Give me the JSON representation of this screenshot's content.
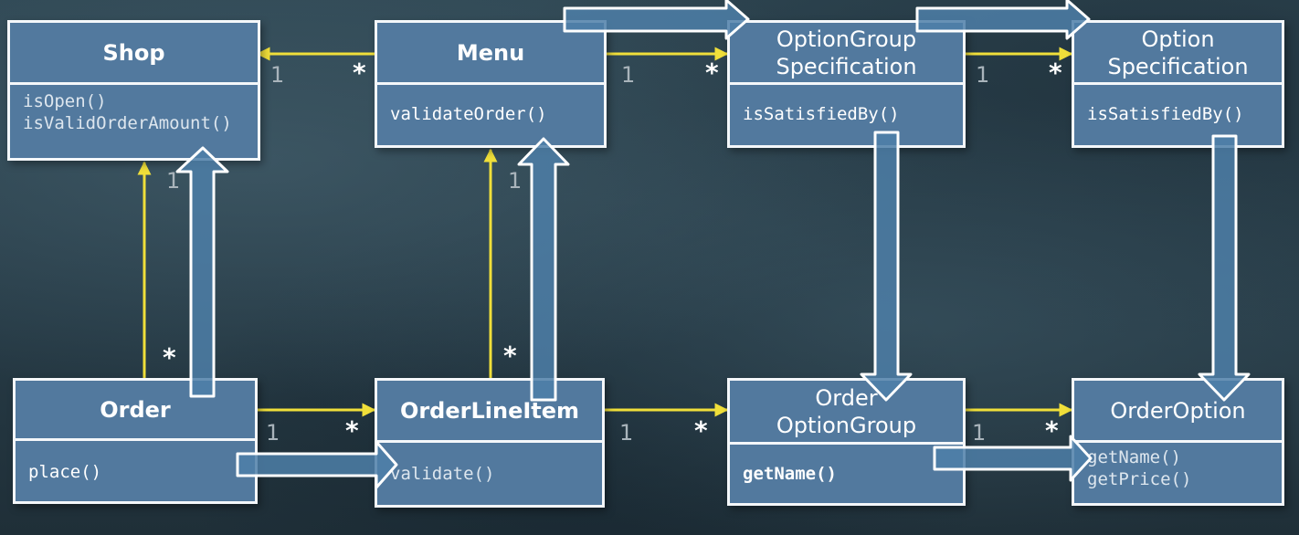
{
  "colors": {
    "box_fill": "#52799e",
    "box_border": "#f4f7fa",
    "association_arrow": "#f0df3a",
    "flow_arrow_fill": "#4d7fa8",
    "flow_arrow_outline": "#ffffff"
  },
  "classes": {
    "shop": {
      "name": "Shop",
      "methods": [
        "isOpen()",
        "isValidOrderAmount()"
      ]
    },
    "menu": {
      "name": "Menu",
      "methods": [
        "validateOrder()"
      ]
    },
    "option_group_spec": {
      "name": "OptionGroup\nSpecification",
      "methods": [
        "isSatisfiedBy()"
      ]
    },
    "option_spec": {
      "name": "Option\nSpecification",
      "methods": [
        "isSatisfiedBy()"
      ]
    },
    "order": {
      "name": "Order",
      "methods": [
        "place()"
      ]
    },
    "order_line_item": {
      "name": "OrderLineItem",
      "methods": [
        "validate()"
      ]
    },
    "order_option_group": {
      "name": "Order\nOptionGroup",
      "methods": [
        "getName()"
      ]
    },
    "order_option": {
      "name": "OrderOption",
      "methods": [
        "getName()",
        "getPrice()"
      ]
    }
  },
  "associations": [
    {
      "from": "menu",
      "to": "shop",
      "from_mult": "*",
      "to_mult": "1"
    },
    {
      "from": "menu",
      "to": "option_group_spec",
      "from_mult": "1",
      "to_mult": "*"
    },
    {
      "from": "option_group_spec",
      "to": "option_spec",
      "from_mult": "1",
      "to_mult": "*"
    },
    {
      "from": "order",
      "to": "shop",
      "from_mult": "*",
      "to_mult": "1"
    },
    {
      "from": "order_line_item",
      "to": "menu",
      "from_mult": "*",
      "to_mult": "1"
    },
    {
      "from": "order",
      "to": "order_line_item",
      "from_mult": "1",
      "to_mult": "*"
    },
    {
      "from": "order_line_item",
      "to": "order_option_group",
      "from_mult": "1",
      "to_mult": "*"
    },
    {
      "from": "order_option_group",
      "to": "order_option",
      "from_mult": "1",
      "to_mult": "*"
    }
  ],
  "multiplicity": {
    "one": "1",
    "many": "*"
  },
  "flow_arrows": [
    "order-to-orderlineitem",
    "order-up-to-shop",
    "orderlineitem-up-to-menu",
    "menu-to-optiongroupspec",
    "optiongroupspec-to-optionspec",
    "optiongroupspec-down-to-orderoptiongroup",
    "optionspec-down-to-orderoption",
    "orderoptiongroup-to-orderoption"
  ]
}
